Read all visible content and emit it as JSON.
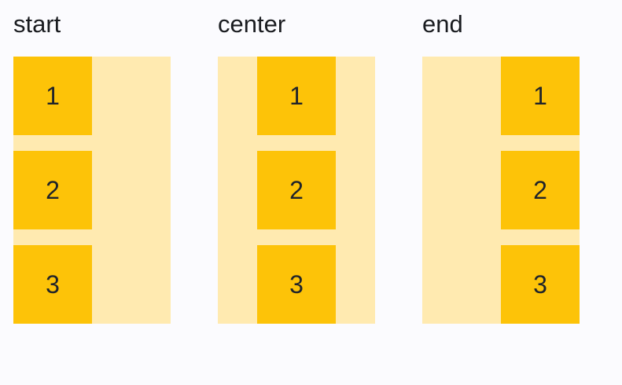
{
  "colors": {
    "background": "#fbfbfe",
    "track": "#ffeab0",
    "item": "#fdc308",
    "number_text": "#20242a",
    "label_text": "#191b1f"
  },
  "groups": [
    {
      "label": "start",
      "justify": "start",
      "items": [
        "1",
        "2",
        "3"
      ]
    },
    {
      "label": "center",
      "justify": "center",
      "items": [
        "1",
        "2",
        "3"
      ]
    },
    {
      "label": "end",
      "justify": "end",
      "items": [
        "1",
        "2",
        "3"
      ]
    }
  ]
}
